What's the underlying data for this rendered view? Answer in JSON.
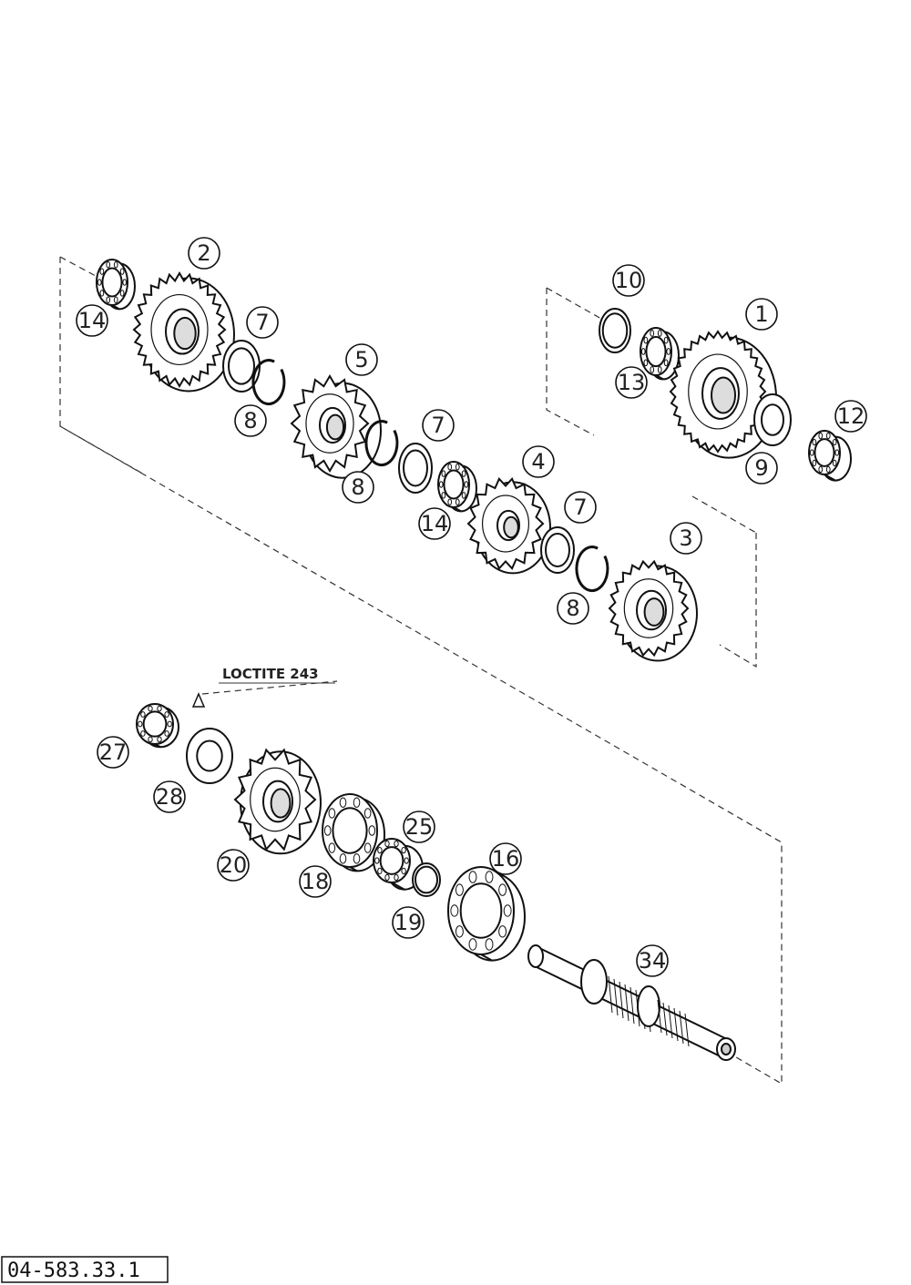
{
  "diagram": {
    "drawing_number": "04-583.33.1",
    "note": "LOCTITE 243",
    "callouts": [
      {
        "id": "c-2",
        "label": "2"
      },
      {
        "id": "c-14a",
        "label": "14"
      },
      {
        "id": "c-7a",
        "label": "7"
      },
      {
        "id": "c-8a",
        "label": "8"
      },
      {
        "id": "c-5",
        "label": "5"
      },
      {
        "id": "c-7b",
        "label": "7"
      },
      {
        "id": "c-8b",
        "label": "8"
      },
      {
        "id": "c-14b",
        "label": "14"
      },
      {
        "id": "c-4",
        "label": "4"
      },
      {
        "id": "c-7c",
        "label": "7"
      },
      {
        "id": "c-8c",
        "label": "8"
      },
      {
        "id": "c-3",
        "label": "3"
      },
      {
        "id": "c-10",
        "label": "10"
      },
      {
        "id": "c-1",
        "label": "1"
      },
      {
        "id": "c-13",
        "label": "13"
      },
      {
        "id": "c-9",
        "label": "9"
      },
      {
        "id": "c-12",
        "label": "12"
      },
      {
        "id": "c-27",
        "label": "27"
      },
      {
        "id": "c-28",
        "label": "28"
      },
      {
        "id": "c-20",
        "label": "20"
      },
      {
        "id": "c-18",
        "label": "18"
      },
      {
        "id": "c-25",
        "label": "25"
      },
      {
        "id": "c-19",
        "label": "19"
      },
      {
        "id": "c-16",
        "label": "16"
      },
      {
        "id": "c-34",
        "label": "34"
      }
    ]
  }
}
